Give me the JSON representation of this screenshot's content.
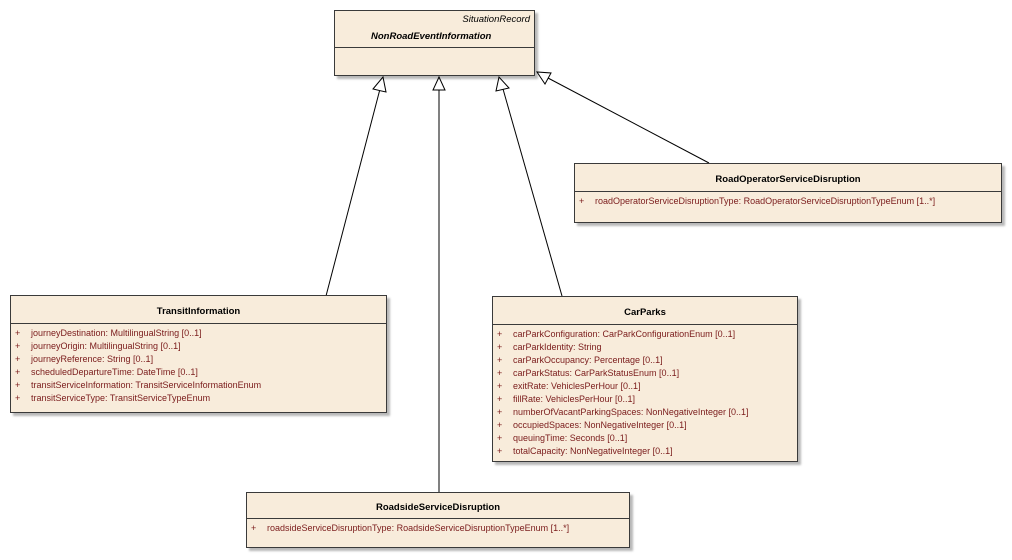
{
  "parent": {
    "stereotype": "SituationRecord",
    "name": "NonRoadEventInformation"
  },
  "road_operator": {
    "name": "RoadOperatorServiceDisruption",
    "attributes": [
      {
        "vis": "+",
        "text": "roadOperatorServiceDisruptionType:  RoadOperatorServiceDisruptionTypeEnum [1..*]"
      }
    ]
  },
  "transit": {
    "name": "TransitInformation",
    "attributes": [
      {
        "vis": "+",
        "text": "journeyDestination:  MultilingualString [0..1]"
      },
      {
        "vis": "+",
        "text": "journeyOrigin:  MultilingualString [0..1]"
      },
      {
        "vis": "+",
        "text": "journeyReference:  String [0..1]"
      },
      {
        "vis": "+",
        "text": "scheduledDepartureTime:  DateTime [0..1]"
      },
      {
        "vis": "+",
        "text": "transitServiceInformation:  TransitServiceInformationEnum"
      },
      {
        "vis": "+",
        "text": "transitServiceType:  TransitServiceTypeEnum"
      }
    ]
  },
  "carparks": {
    "name": "CarParks",
    "attributes": [
      {
        "vis": "+",
        "text": "carParkConfiguration:  CarParkConfigurationEnum [0..1]"
      },
      {
        "vis": "+",
        "text": "carParkIdentity:  String"
      },
      {
        "vis": "+",
        "text": "carParkOccupancy:  Percentage [0..1]"
      },
      {
        "vis": "+",
        "text": "carParkStatus:  CarParkStatusEnum [0..1]"
      },
      {
        "vis": "+",
        "text": "exitRate:  VehiclesPerHour [0..1]"
      },
      {
        "vis": "+",
        "text": "fillRate:  VehiclesPerHour [0..1]"
      },
      {
        "vis": "+",
        "text": "numberOfVacantParkingSpaces:  NonNegativeInteger [0..1]"
      },
      {
        "vis": "+",
        "text": "occupiedSpaces:  NonNegativeInteger [0..1]"
      },
      {
        "vis": "+",
        "text": "queuingTime:  Seconds [0..1]"
      },
      {
        "vis": "+",
        "text": "totalCapacity:  NonNegativeInteger [0..1]"
      }
    ]
  },
  "roadside": {
    "name": "RoadsideServiceDisruption",
    "attributes": [
      {
        "vis": "+",
        "text": "roadsideServiceDisruptionType:  RoadsideServiceDisruptionTypeEnum [1..*]"
      }
    ]
  }
}
